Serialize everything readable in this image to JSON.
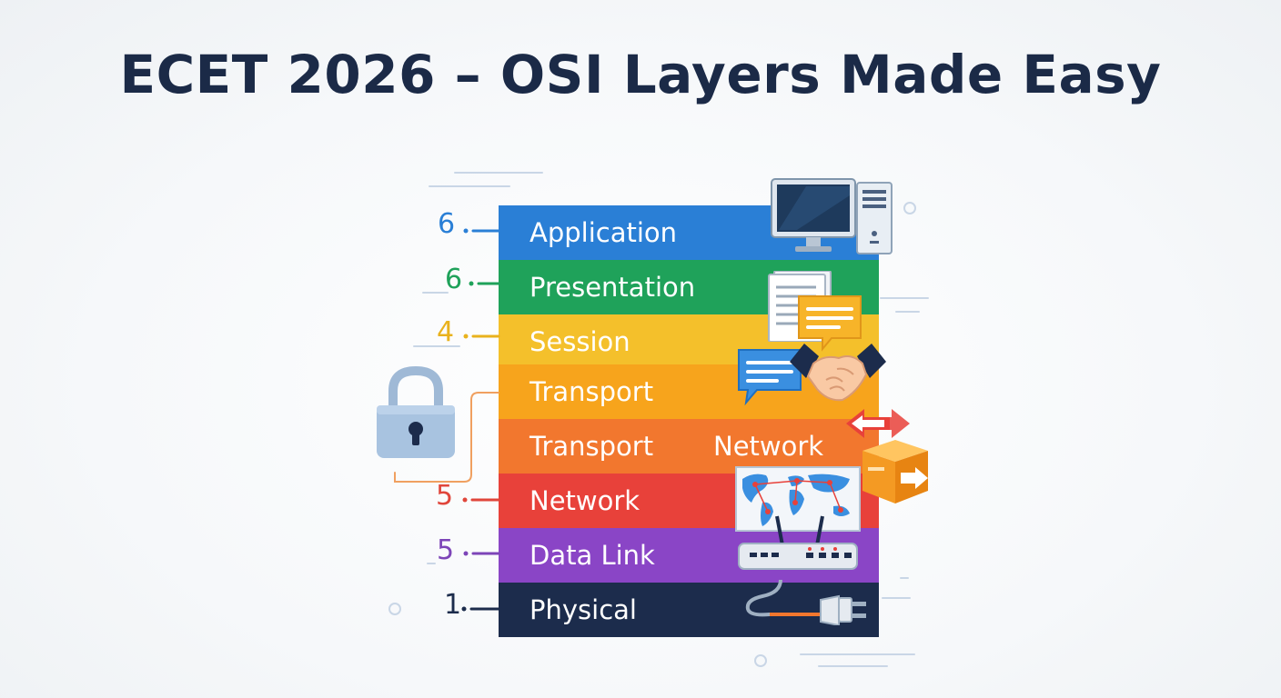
{
  "title": "ECET 2026 – OSI Layers Made Easy",
  "layers": [
    {
      "label": "Application",
      "number": "6",
      "color": "#2a7fd6",
      "num_color": "#2a7fd6"
    },
    {
      "label": "Presentation",
      "number": "6",
      "color": "#1fa25a",
      "num_color": "#1fa25a"
    },
    {
      "label": "Session",
      "number": "4",
      "color": "#f4c02b",
      "num_color": "#e9b21d"
    },
    {
      "label": "Transport",
      "number": "",
      "color": "#f7a41c",
      "num_color": ""
    },
    {
      "label": "Transport",
      "label2": "Network",
      "number": "",
      "color": "#f2772e",
      "num_color": ""
    },
    {
      "label": "Network",
      "number": "5",
      "color": "#e8413a",
      "num_color": "#e0463b"
    },
    {
      "label": "Data Link",
      "number": "5",
      "color": "#8a45c6",
      "num_color": "#7d45b8"
    },
    {
      "label": "Physical",
      "number": "1",
      "color": "#1c2c4c",
      "num_color": "#1c2c4c"
    }
  ],
  "icons": [
    "computer-icon",
    "document-icon",
    "chat-bubble-icon",
    "handshake-icon",
    "padlock-icon",
    "arrows-icon",
    "package-icon",
    "world-map-icon",
    "router-icon",
    "plug-icon"
  ]
}
